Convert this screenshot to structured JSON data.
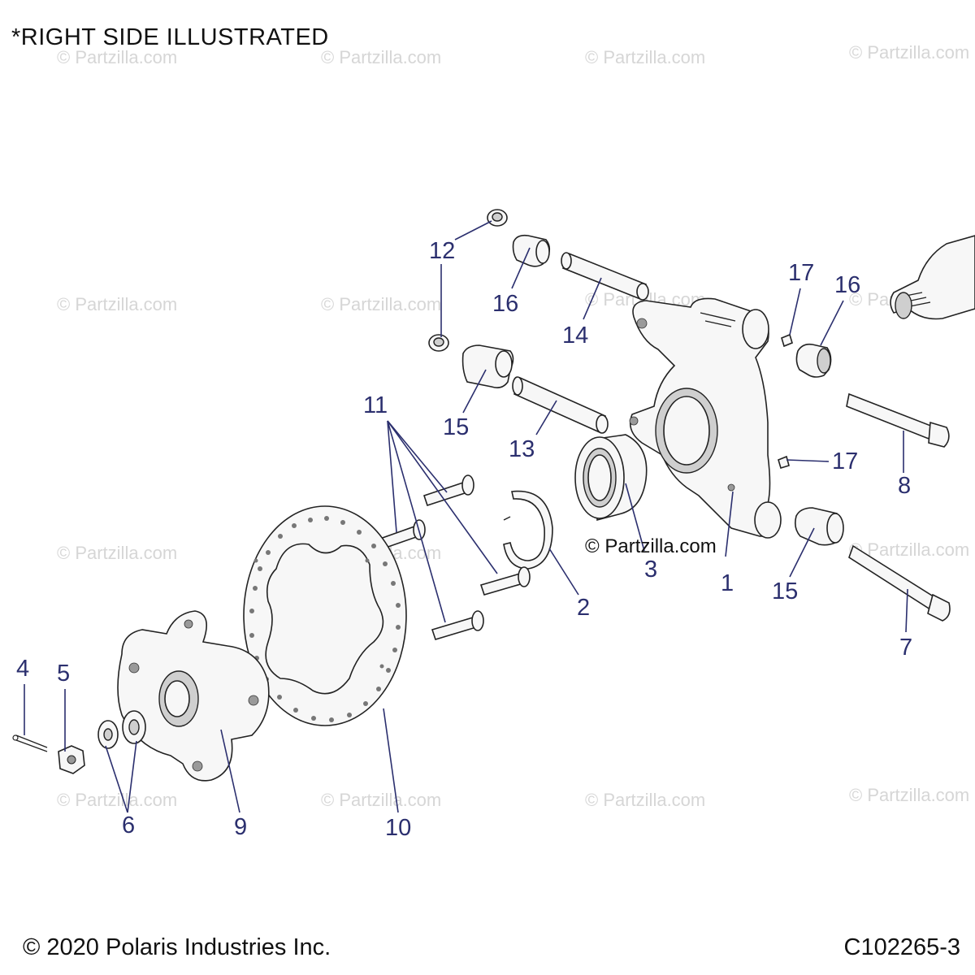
{
  "header": {
    "note": "*RIGHT SIDE ILLUSTRATED"
  },
  "footer": {
    "copyright": "© 2020 Polaris Industries Inc.",
    "code": "C102265-3"
  },
  "watermark": {
    "text": "© Partzilla.com",
    "center_text": "© Partzilla.com"
  },
  "callouts": {
    "c1": "1",
    "c2": "2",
    "c3": "3",
    "c4": "4",
    "c5": "5",
    "c6": "6",
    "c7": "7",
    "c8": "8",
    "c9": "9",
    "c10": "10",
    "c11": "11",
    "c12": "12",
    "c13": "13",
    "c14": "14",
    "c15a": "15",
    "c15b": "15",
    "c16a": "16",
    "c16b": "16",
    "c17a": "17",
    "c17b": "17"
  },
  "colors": {
    "callout": "#2b2f6e",
    "part_outline": "#222222",
    "watermark": "#d6d6d6"
  }
}
